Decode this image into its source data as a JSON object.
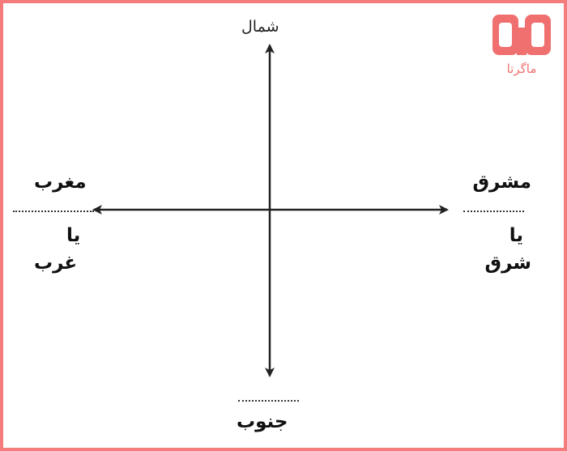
{
  "directions": {
    "north": "شمال",
    "south": "جنوب",
    "east": {
      "line1": "مشرق",
      "line2": "یا",
      "line3": "شرق"
    },
    "west": {
      "line1": "مغرب",
      "line2": "یا",
      "line3": "غرب"
    }
  },
  "logo": {
    "text": "ماگرتا",
    "color": "#f07070"
  },
  "colors": {
    "frame": "#f47c7c",
    "arrows": "#222222"
  }
}
